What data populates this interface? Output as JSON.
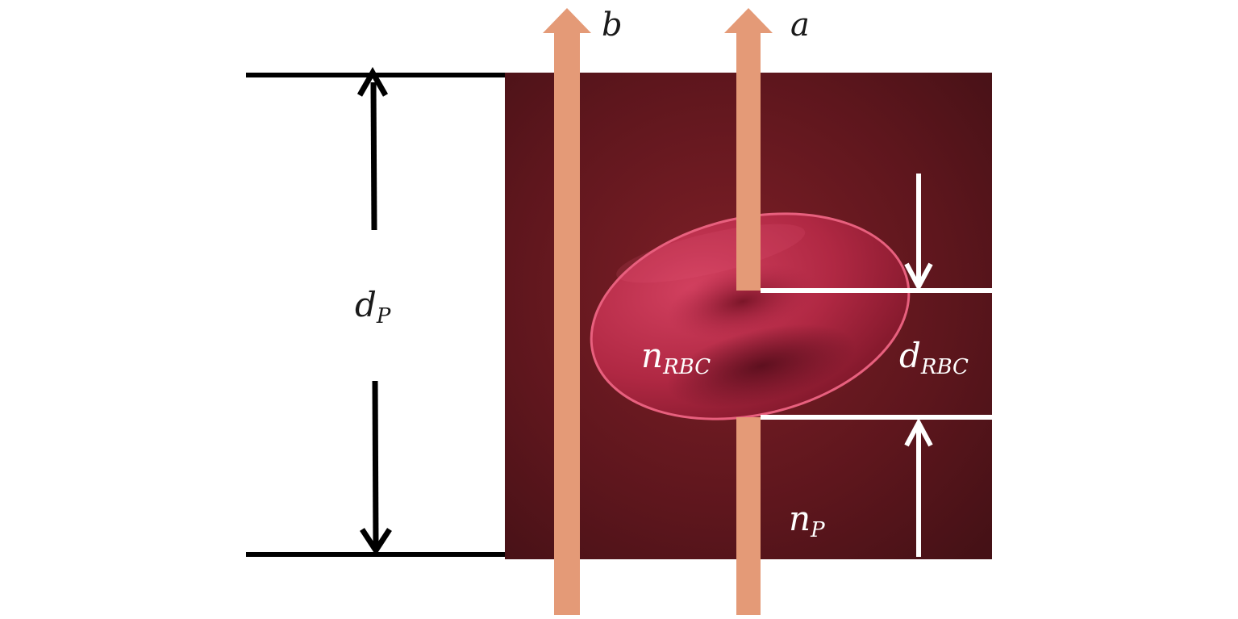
{
  "labels": {
    "ray_b": "b",
    "ray_a": "a",
    "plasma_thickness": {
      "main": "d",
      "sub": "P"
    },
    "rbc_index": {
      "main": "n",
      "sub": "RBC"
    },
    "rbc_thickness": {
      "main": "d",
      "sub": "RBC"
    },
    "plasma_index": {
      "main": "n",
      "sub": "P"
    }
  },
  "colors": {
    "background": "#ffffff",
    "plasma_dark": "#4a1419",
    "plasma_light": "#7a1e26",
    "cell_fill": "#b52a45",
    "cell_rim": "#e8607e",
    "ray": "#e49a77",
    "dimension_black": "#000000",
    "dimension_white": "#ffffff"
  }
}
